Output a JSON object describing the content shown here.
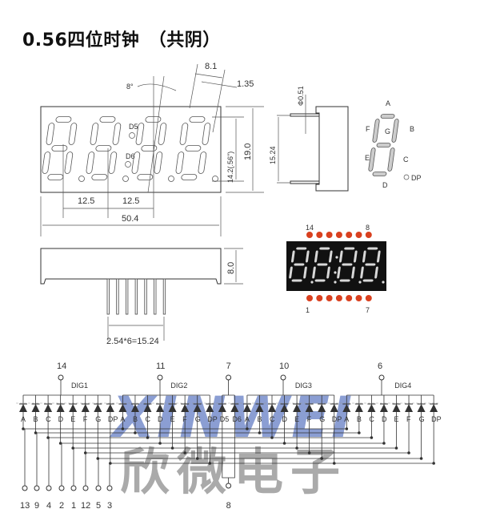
{
  "title": "0.56四位时钟　（共阴）",
  "front_view": {
    "angle": "8°",
    "dim_segment_width": "8.1",
    "dim_segment_thickness": "1.35",
    "dim_digit_height": "14.2(.56\")",
    "dim_height": "19.0",
    "dim_pitch_1": "12.5",
    "dim_pitch_2": "12.5",
    "dim_width": "50.4",
    "colon_labels": [
      "D5",
      "D6"
    ]
  },
  "side_view": {
    "dim_pin_diameter": "Φ0.51",
    "dim_pin_row_spacing": "15.24"
  },
  "bottom_view": {
    "dim_depth": "8.0",
    "dim_pin_pitch": "2.54*6=15.24"
  },
  "segment_diagram": {
    "labels": {
      "A": "A",
      "B": "B",
      "C": "C",
      "D": "D",
      "E": "E",
      "F": "F",
      "G": "G",
      "DP": "DP"
    }
  },
  "pin_layout": {
    "top_left": "14",
    "top_right": "8",
    "bottom_left": "1",
    "bottom_right": "7",
    "pin_color": "#d9401f",
    "display_color": "#111111"
  },
  "schematic": {
    "digits": [
      {
        "label": "DIG1",
        "common_pin": "14"
      },
      {
        "label": "DIG2",
        "common_pin": "11"
      },
      {
        "label": "DIG3",
        "common_pin": "10"
      },
      {
        "label": "DIG4",
        "common_pin": "6"
      }
    ],
    "colon": {
      "labels": [
        "D5",
        "D6"
      ],
      "anode_pin": "7",
      "cathode_pin": "8"
    },
    "segments": [
      "A",
      "B",
      "C",
      "D",
      "E",
      "F",
      "G",
      "DP"
    ],
    "segment_pins": [
      "13",
      "9",
      "4",
      "2",
      "1",
      "12",
      "5",
      "3"
    ]
  },
  "watermark": {
    "latin": "XINWEI",
    "chinese": "欣微电子"
  }
}
